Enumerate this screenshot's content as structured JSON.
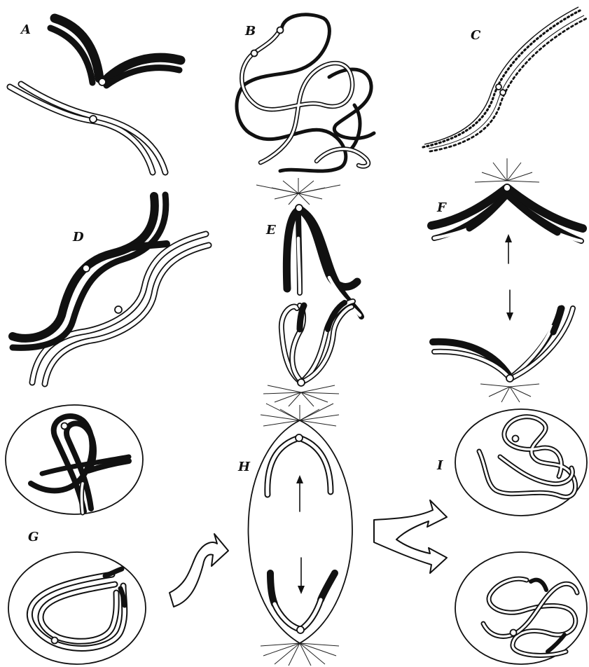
{
  "figure": {
    "panels": [
      {
        "id": "A",
        "label": "A"
      },
      {
        "id": "B",
        "label": "B"
      },
      {
        "id": "C",
        "label": "C"
      },
      {
        "id": "D",
        "label": "D"
      },
      {
        "id": "E",
        "label": "E"
      },
      {
        "id": "F",
        "label": "F"
      },
      {
        "id": "G",
        "label": "G"
      },
      {
        "id": "H",
        "label": "H"
      },
      {
        "id": "I",
        "label": "I"
      }
    ],
    "colors": {
      "ink": "#111111",
      "paper": "#ffffff"
    }
  }
}
